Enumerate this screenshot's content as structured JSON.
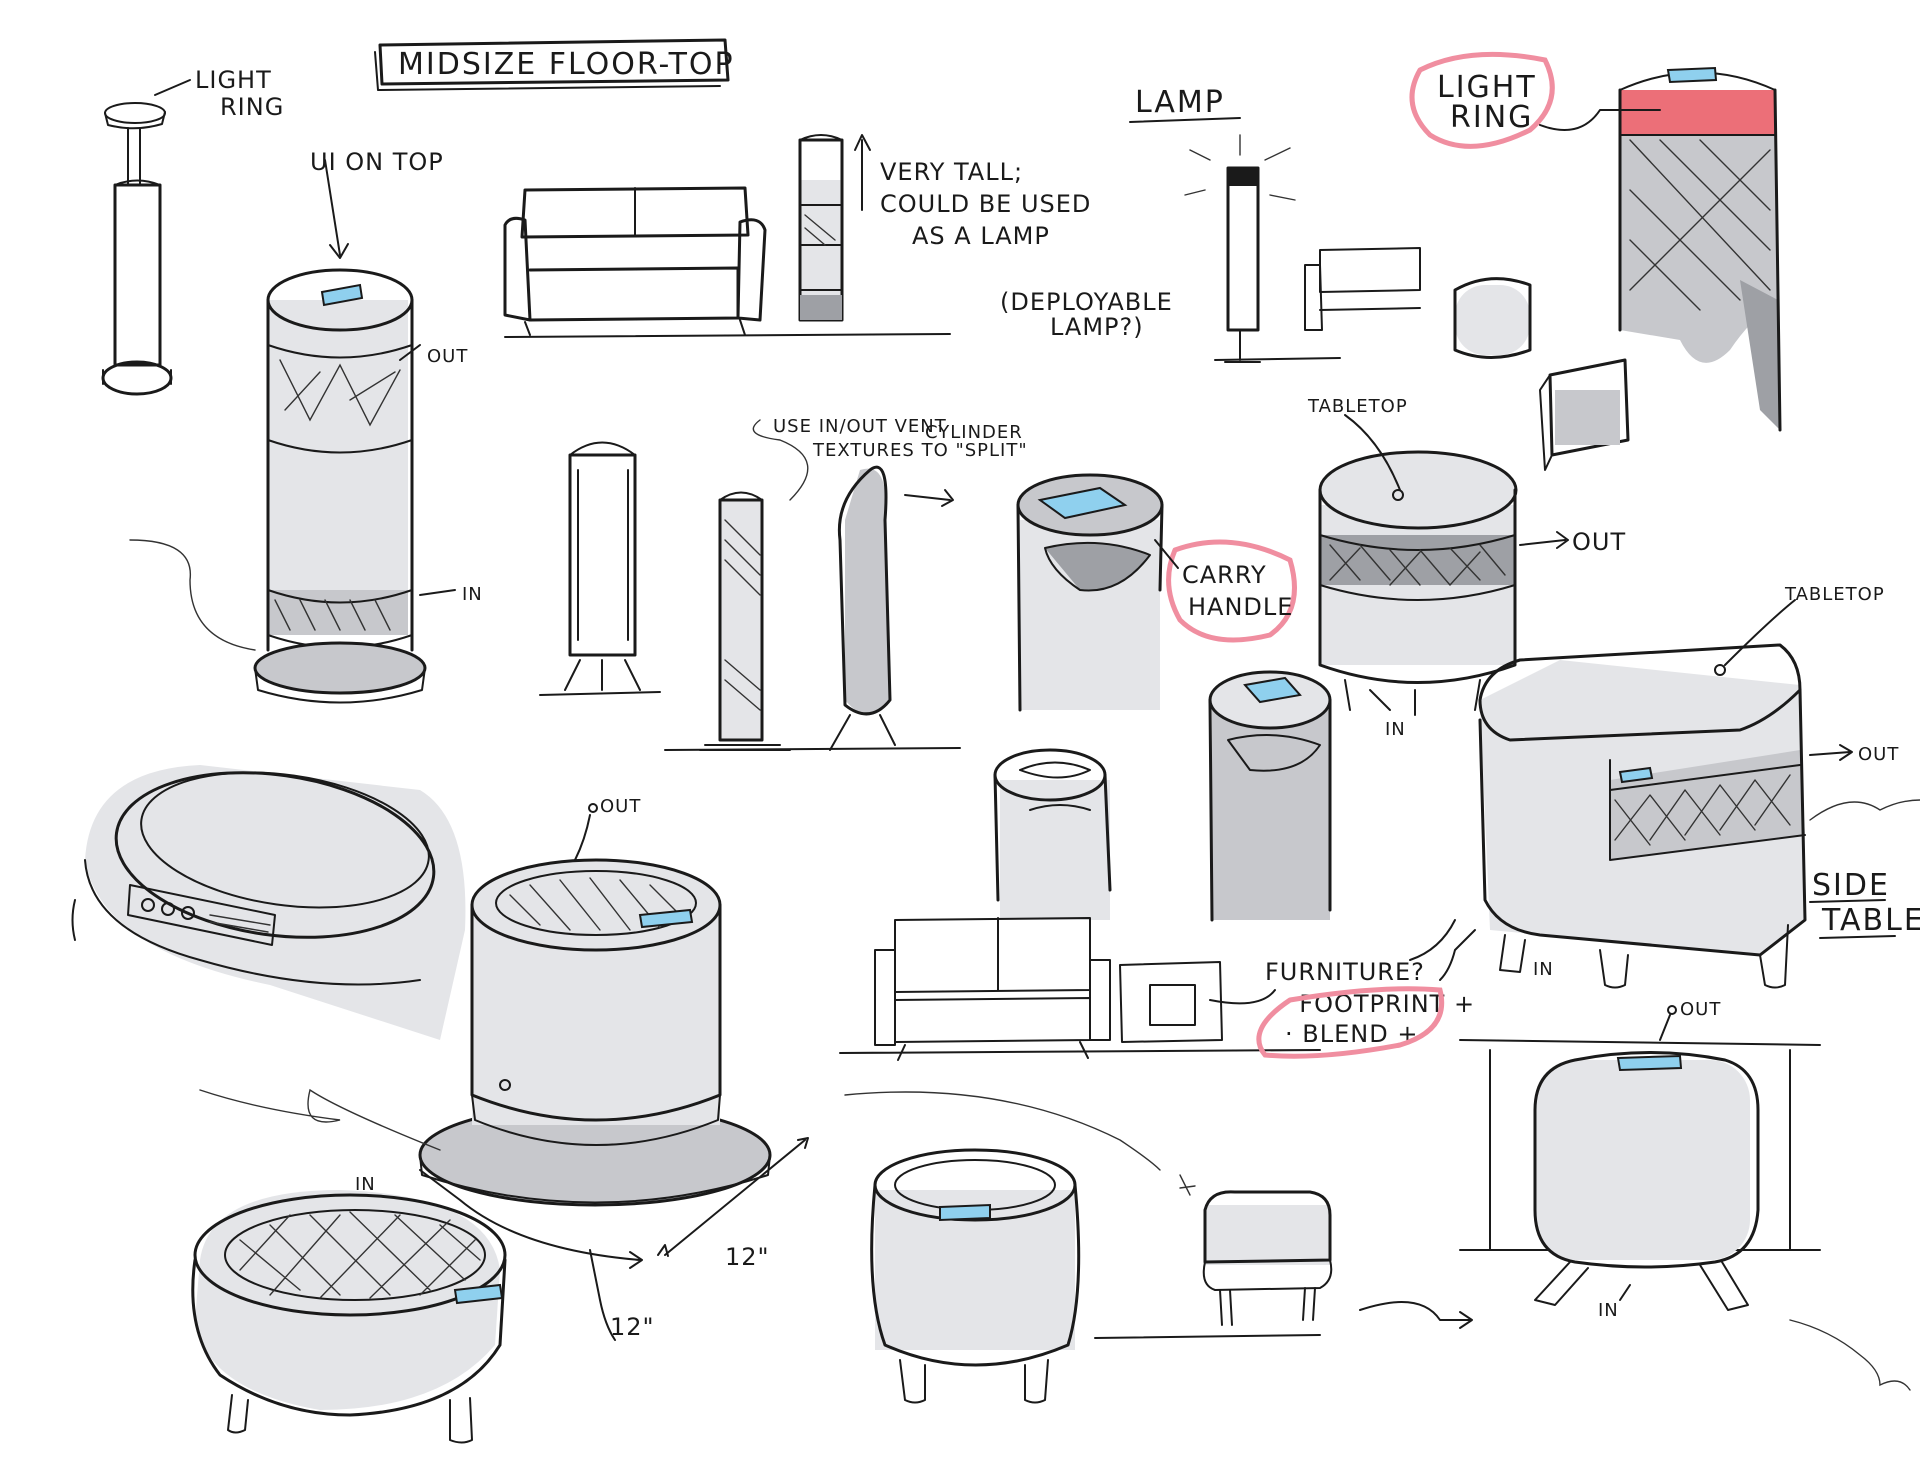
{
  "sheet": {
    "title": "MIDSIZE FLOOR-TOP"
  },
  "annotations": {
    "light_ring_left": [
      "LIGHT",
      "RING"
    ],
    "ui_on_top": "UI ON TOP",
    "out_tall": "OUT",
    "in_tall": "IN",
    "very_tall": [
      "VERY TALL;",
      "COULD BE USED",
      "AS A LAMP"
    ],
    "deployable": [
      "(DEPLOYABLE",
      "LAMP?)"
    ],
    "lamp": "LAMP",
    "light_ring_right": [
      "LIGHT",
      "RING"
    ],
    "vent_textures": [
      "USE IN/OUT VENT",
      "TEXTURES TO \"SPLIT\"",
      "CYLINDER"
    ],
    "carry_handle": [
      "CARRY",
      "HANDLE"
    ],
    "tabletop_drum": "TABLETOP",
    "out_drum": "OUT",
    "in_drum": "IN",
    "tabletop_box": "TABLETOP",
    "out_box": "OUT",
    "in_box": "IN",
    "side_table": [
      "SIDE",
      "TABLE"
    ],
    "out_pot": "OUT",
    "furniture": [
      "FURNITURE?",
      "· FOOTPRINT +",
      "· BLEND +"
    ],
    "in_bowl": "IN",
    "dim_a": "12\"",
    "dim_b": "12\"",
    "out_cabinet": "OUT",
    "in_cabinet": "IN"
  },
  "colors": {
    "ui_panel": "#8fd0ee",
    "light_ring": "#ec6f78",
    "highlight_circle": "#f08ea0",
    "marker_gray": "#c7c8cc"
  }
}
